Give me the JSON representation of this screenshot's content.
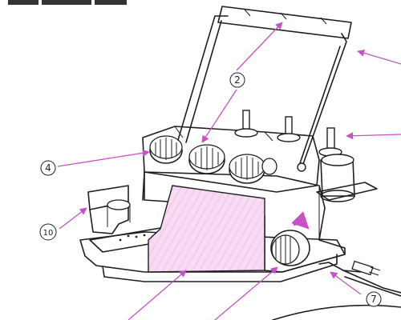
{
  "callouts": [
    {
      "id": "2",
      "label": "②"
    },
    {
      "id": "4",
      "label": "④"
    },
    {
      "id": "10",
      "label": "⑩"
    },
    {
      "id": "7",
      "label": "⑦"
    }
  ],
  "colors": {
    "ink": "#1e1e1e",
    "pointer": "#c552c7",
    "front_cover_tint": "#f6d8f2",
    "background": "#ffffff"
  }
}
